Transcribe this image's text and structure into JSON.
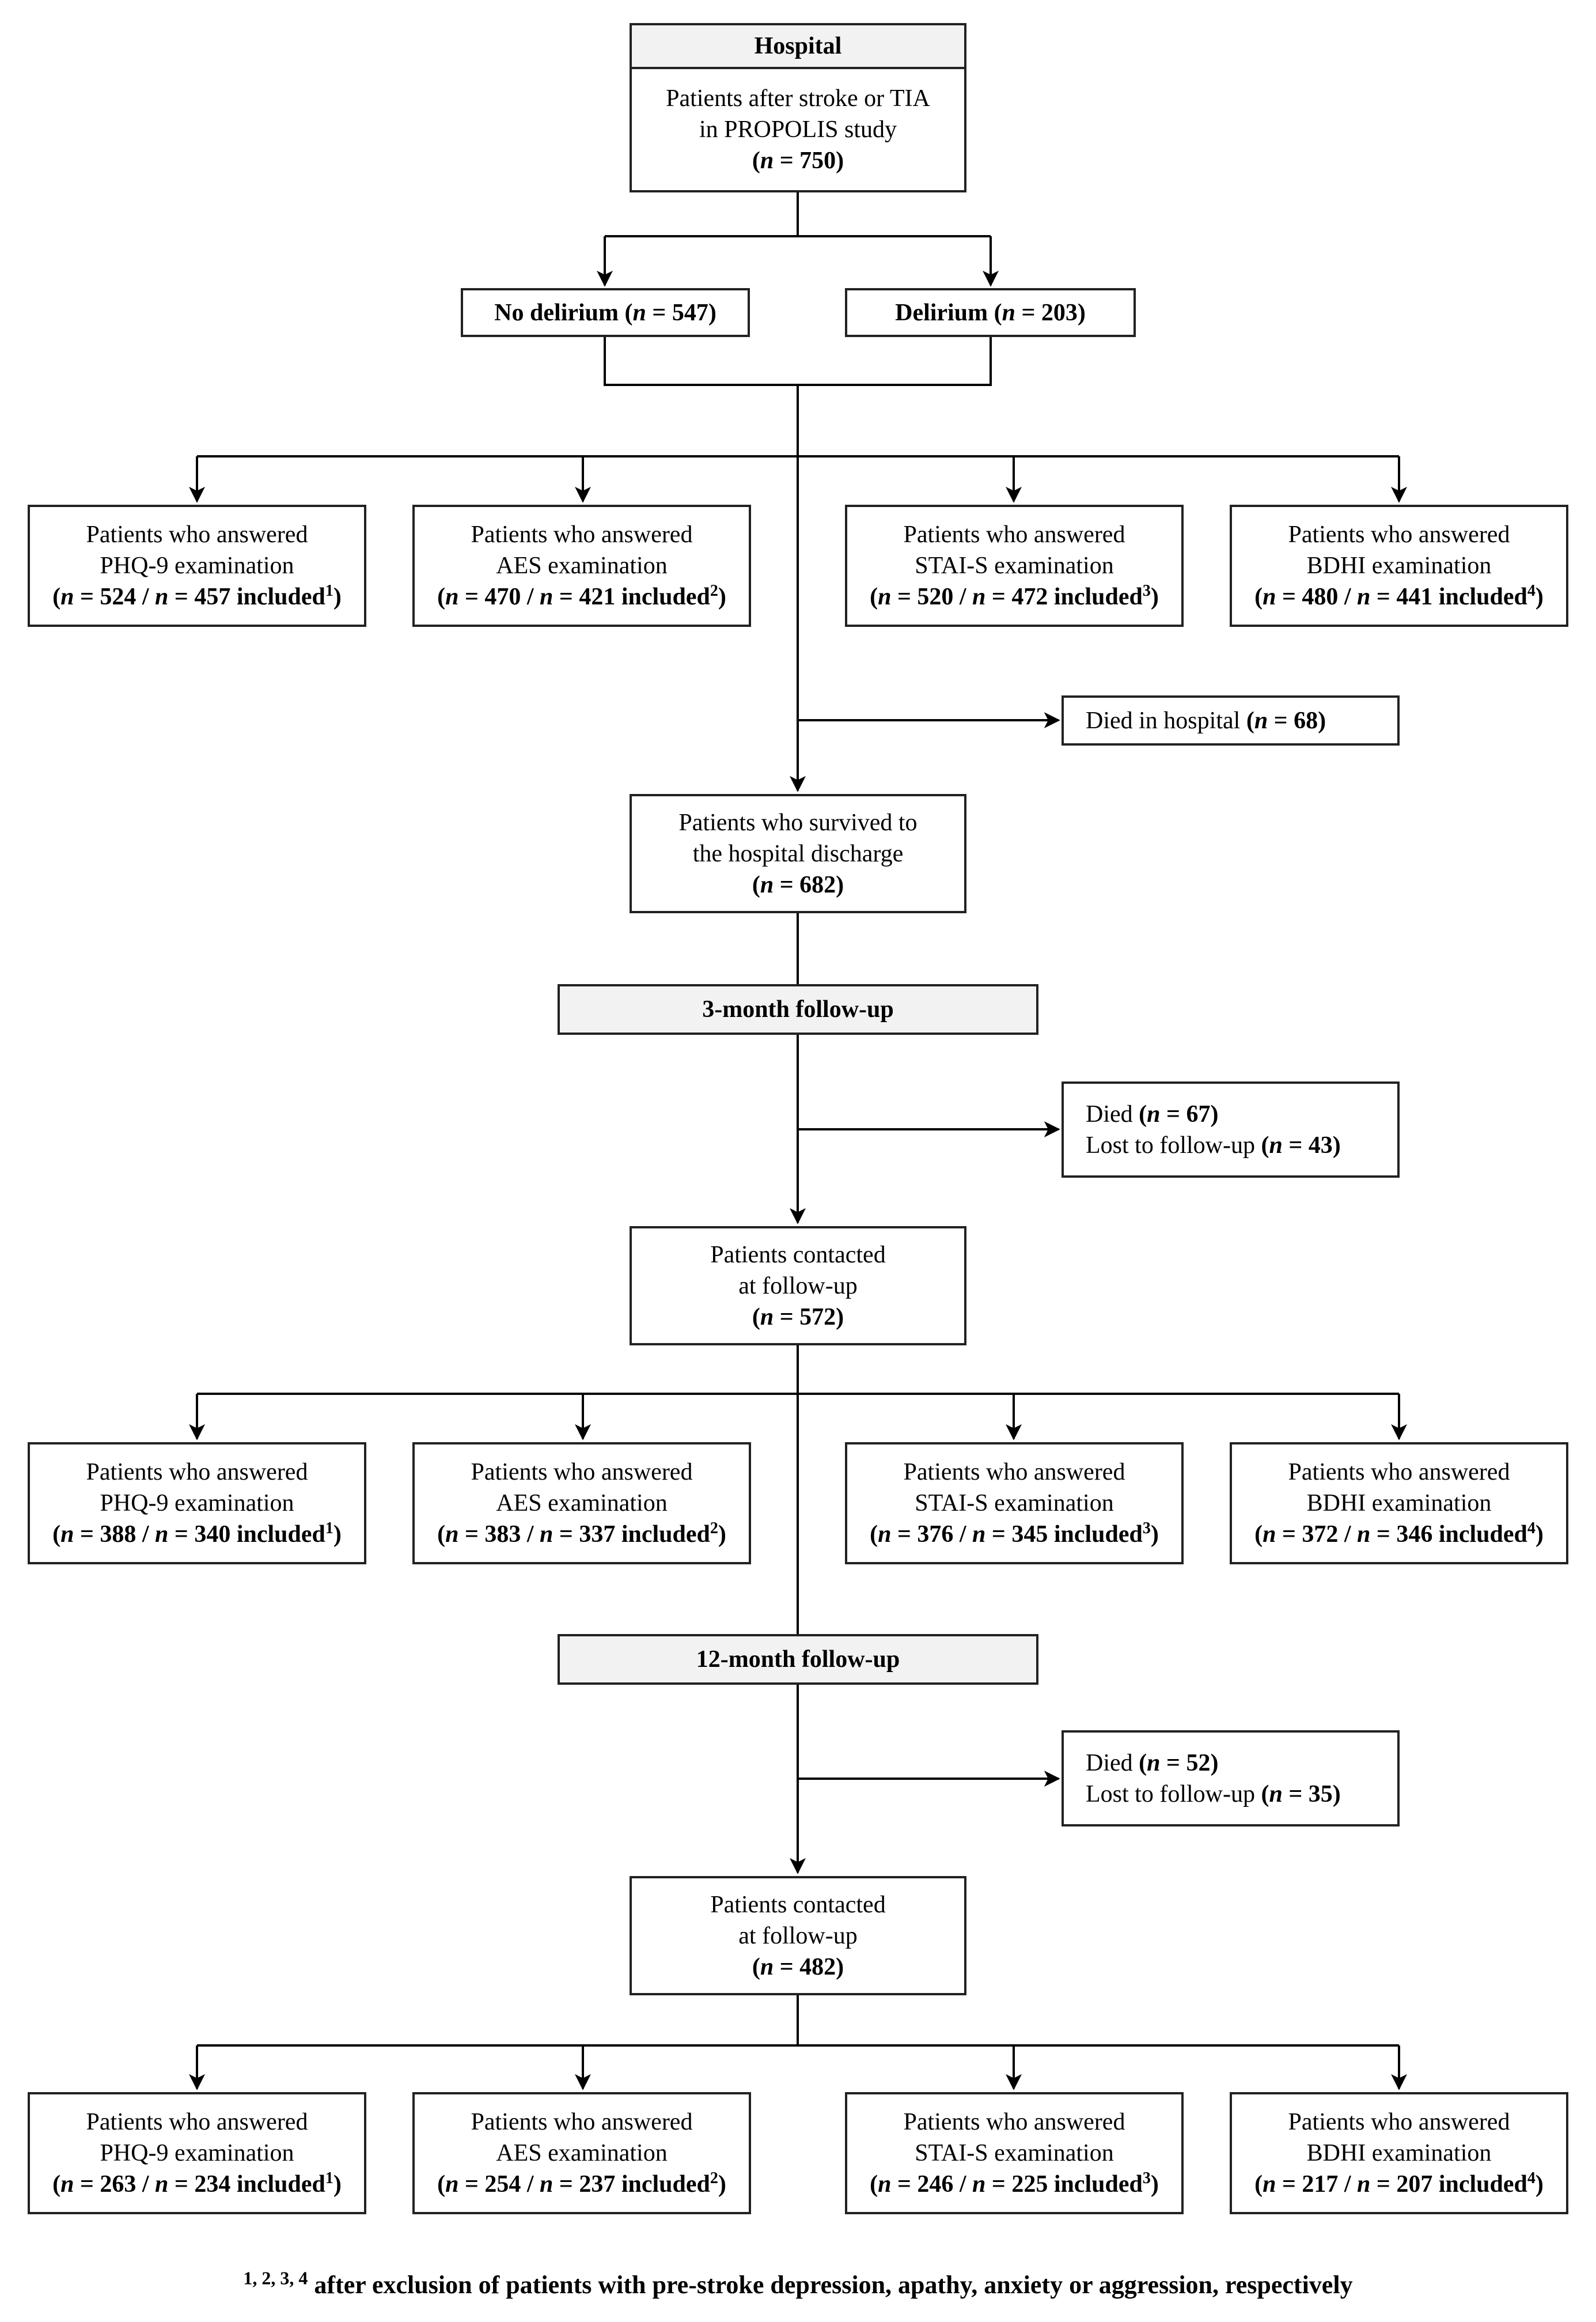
{
  "hospital": {
    "header": "Hospital",
    "line1": "Patients after stroke or TIA",
    "line2": "in PROPOLIS study",
    "n": "750"
  },
  "no_delirium": {
    "label": "No delirium",
    "n": "547"
  },
  "delirium": {
    "label": "Delirium",
    "n": "203"
  },
  "answered_prefix": "Patients who answered",
  "included_word": "included",
  "tests": [
    {
      "name": "PHQ-9 examination",
      "footnote": "1"
    },
    {
      "name": "AES examination",
      "footnote": "2"
    },
    {
      "name": "STAI-S examination",
      "footnote": "3"
    },
    {
      "name": "BDHI examination",
      "footnote": "4"
    }
  ],
  "stage_hospital": [
    {
      "total": "524",
      "included": "457"
    },
    {
      "total": "470",
      "included": "421"
    },
    {
      "total": "520",
      "included": "472"
    },
    {
      "total": "480",
      "included": "441"
    }
  ],
  "died_hospital": {
    "label": "Died in hospital",
    "n": "68"
  },
  "survived": {
    "line1": "Patients who survived to",
    "line2": "the hospital discharge",
    "n": "682"
  },
  "followup3": {
    "label": "3-month follow-up"
  },
  "exit3": {
    "died_label": "Died",
    "died_n": "67",
    "lost_label": "Lost to follow-up",
    "lost_n": "43"
  },
  "contacted3": {
    "line1": "Patients contacted",
    "line2": "at follow-up",
    "n": "572"
  },
  "stage_3m": [
    {
      "total": "388",
      "included": "340"
    },
    {
      "total": "383",
      "included": "337"
    },
    {
      "total": "376",
      "included": "345"
    },
    {
      "total": "372",
      "included": "346"
    }
  ],
  "followup12": {
    "label": "12-month follow-up"
  },
  "exit12": {
    "died_label": "Died",
    "died_n": "52",
    "lost_label": "Lost to follow-up",
    "lost_n": "35"
  },
  "contacted12": {
    "line1": "Patients contacted",
    "line2": "at follow-up",
    "n": "482"
  },
  "stage_12m": [
    {
      "total": "263",
      "included": "234"
    },
    {
      "total": "254",
      "included": "237"
    },
    {
      "total": "246",
      "included": "225"
    },
    {
      "total": "217",
      "included": "207"
    }
  ],
  "footnote": {
    "marks": "1, 2, 3, 4",
    "text": "after exclusion of patients with pre-stroke depression, apathy, anxiety or aggression, respectively"
  }
}
